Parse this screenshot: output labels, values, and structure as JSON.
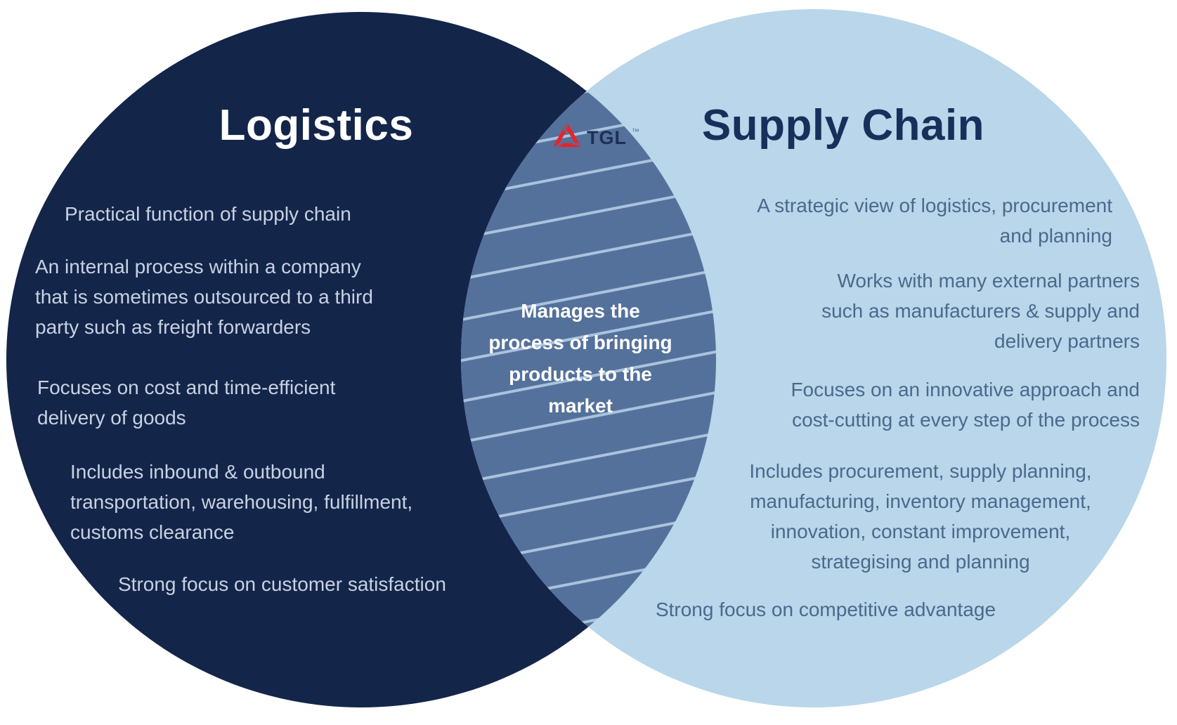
{
  "logo": {
    "brand": "TGL",
    "mark": "™"
  },
  "left_circle": {
    "title": "Logistics",
    "points": [
      "Practical function of supply chain",
      "An internal process within a company\nthat is sometimes outsourced to a third\nparty such as freight forwarders",
      "Focuses on cost and time-efficient\ndelivery of goods",
      "Includes inbound & outbound\ntransportation, warehousing, fulfillment,\ncustoms clearance",
      "Strong focus on customer satisfaction"
    ]
  },
  "right_circle": {
    "title": "Supply Chain",
    "points": [
      "A strategic view of logistics, procurement\nand planning",
      "Works with many external partners\nsuch as manufacturers  & supply and\ndelivery partners",
      "Focuses on an innovative approach and\ncost-cutting at every step of the process",
      "Includes procurement, supply planning,\nmanufacturing, inventory management,\ninnovation, constant improvement,\nstrategising and planning",
      "Strong focus on competitive advantage"
    ]
  },
  "overlap": {
    "text": "Manages the\nprocess of bringing\nproducts to the\nmarket"
  },
  "colors": {
    "background": "#ffffff",
    "left_circle_fill": "#14254a",
    "right_circle_fill": "#b9d6ea",
    "overlap_fill": "#54719b",
    "overlap_stripe": "#a9c3de",
    "left_title_color": "#ffffff",
    "left_text_color": "#c7d2e2",
    "right_title_color": "#16305b",
    "right_text_color": "#4a698c",
    "logo_red": "#e6252b",
    "logo_text_color": "#1d3054"
  }
}
